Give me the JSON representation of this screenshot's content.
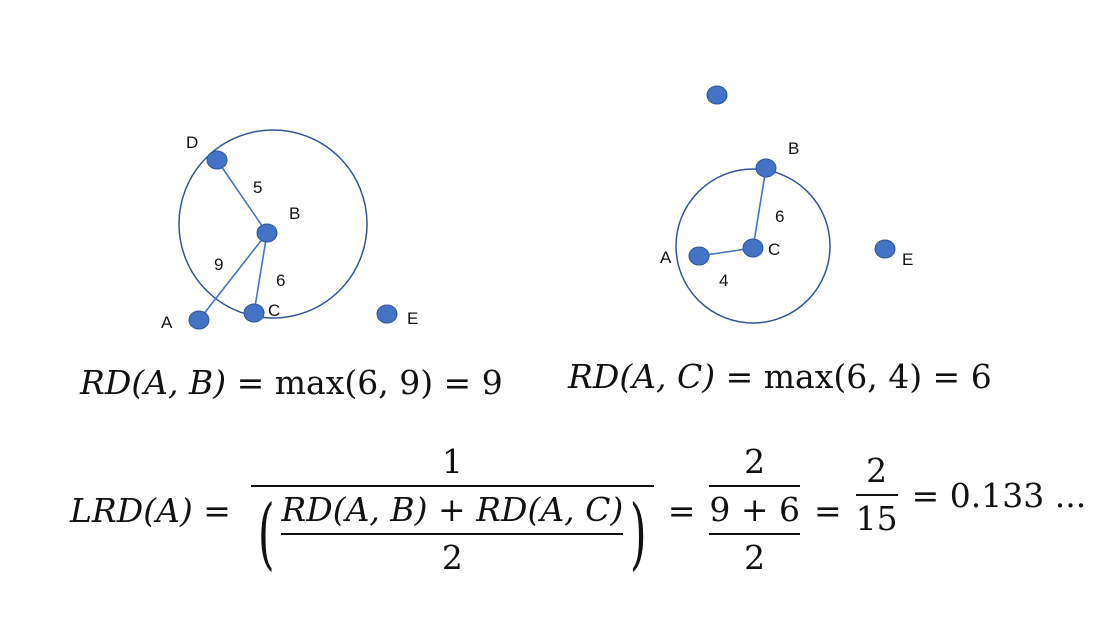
{
  "left_diagram": {
    "points": {
      "A": "A",
      "B": "B",
      "C": "C",
      "D": "D",
      "E": "E"
    },
    "distances": {
      "BD": "5",
      "BA": "9",
      "BC": "6"
    }
  },
  "right_diagram": {
    "points": {
      "A": "A",
      "B": "B",
      "C": "C",
      "E": "E"
    },
    "distances": {
      "CB": "6",
      "CA": "4"
    }
  },
  "equations": {
    "rd_ab": {
      "func": "RD",
      "args": "(A, B)",
      "rhs": "= max(6, 9) = 9"
    },
    "rd_ac": {
      "func": "RD",
      "args": "(A, C)",
      "rhs": "= max(6, 4) = 6"
    },
    "lrd": {
      "lhs": "LRD(A) =",
      "f1_num": "1",
      "f1_den_num": "RD(A, B) + RD(A, C)",
      "f1_den_den": "2",
      "eq1": "=",
      "f2_num": "2",
      "f2_den_num": "9 + 6",
      "f2_den_den": "2",
      "eq2": "=",
      "f3_num": "2",
      "f3_den": "15",
      "tail": "= 0.133 ..."
    }
  },
  "colors": {
    "point_fill": "#4472C4",
    "point_stroke": "#2F5597",
    "line": "#4472C4",
    "circle": "#2F5597"
  }
}
